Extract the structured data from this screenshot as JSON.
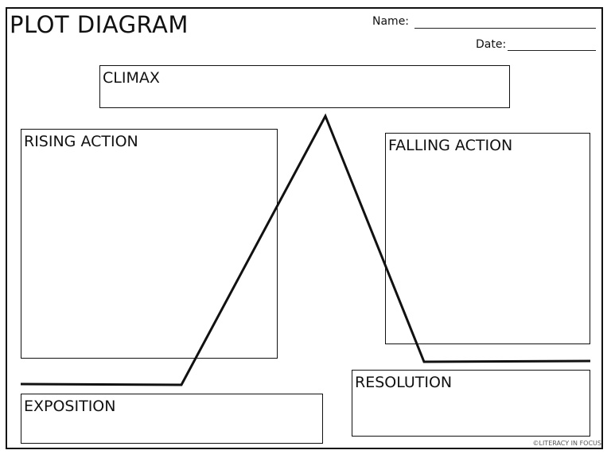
{
  "page": {
    "title": "PLOT DIAGRAM",
    "name_label": "Name:",
    "date_label": "Date:",
    "credit": "©LITERACY IN FOCUS"
  },
  "boxes": {
    "climax": "CLIMAX",
    "rising_action": "RISING ACTION",
    "falling_action": "FALLING ACTION",
    "exposition": "EXPOSITION",
    "resolution": "RESOLUTION"
  }
}
